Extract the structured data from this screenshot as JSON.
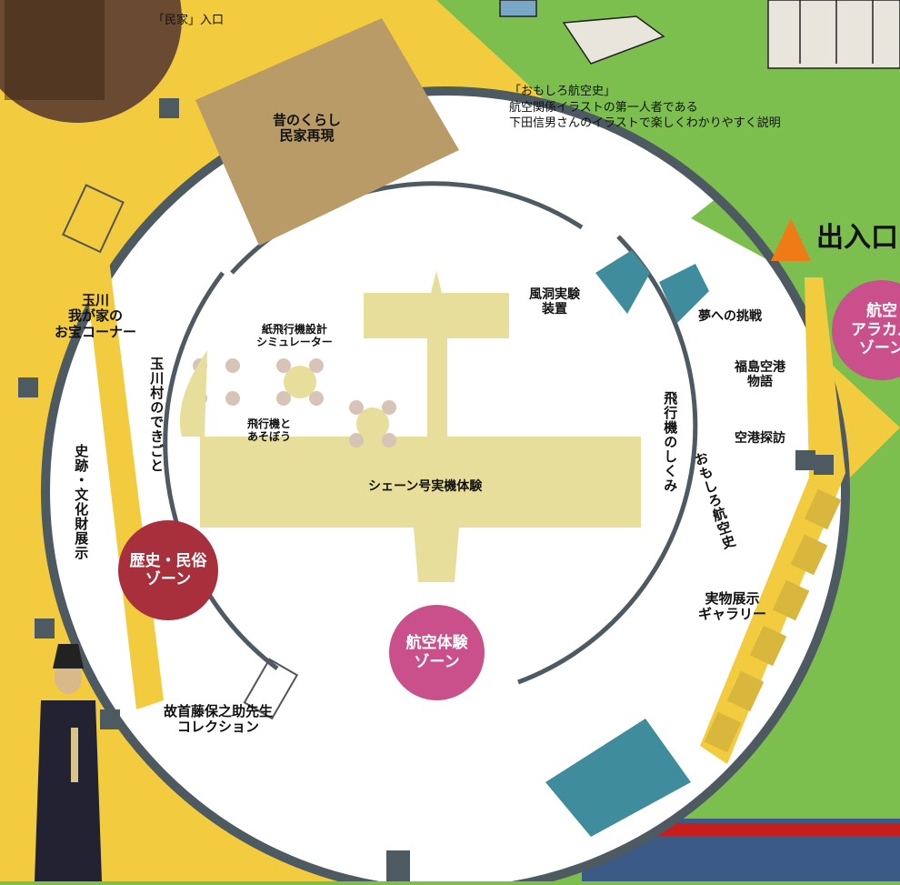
{
  "colors": {
    "green": "#7cbf4e",
    "yellow": "#f2cc3e",
    "floor": "#ffffff",
    "wall": "#4e5a62",
    "exhibit_khaki": "#e6de9a",
    "minka_brown": "#b99b68",
    "zone_history": "#a8303c",
    "zone_aviation": "#c9508a",
    "zone_aircraft": "#c9508a",
    "entrance_orange": "#f07a16",
    "wind_tunnel_teal": "#3f8c9c",
    "gallery_gold": "#d9b73d"
  },
  "header": {
    "minka_entrance": "「民家」入口",
    "caption_lines": "「おもしろ航空史」\n航空関係イラストの第一人者である\n下田信男さんのイラストで楽しくわかりやすく説明",
    "entrance": "出入口"
  },
  "labels": {
    "minka": "昔のくらし\n民家再現",
    "treasure": "玉川\n我が家の\nお宝コーナー",
    "village": "玉川村のできごと",
    "historic": "史跡・文化財展示",
    "paper_plane": "紙飛行機設計\nシミュレーター",
    "play": "飛行機と\nあそぼう",
    "shane": "シェーン号実機体験",
    "wind_tunnel": "風洞実験\n装置",
    "challenge": "夢への挑戦",
    "fukushima": "福島空港\n物語",
    "airport": "空港探訪",
    "mechanism": "飛行機のしくみ",
    "fun_history": "おもしろ航空史",
    "gallery": "実物展示\nギャラリー",
    "fujiho": "故首藤保之助先生\nコレクション"
  },
  "zones": {
    "history": "歴史・民俗\nゾーン",
    "aviation": "航空体験\nゾーン",
    "aircraft": "航空\nアラカル\nゾーン"
  }
}
